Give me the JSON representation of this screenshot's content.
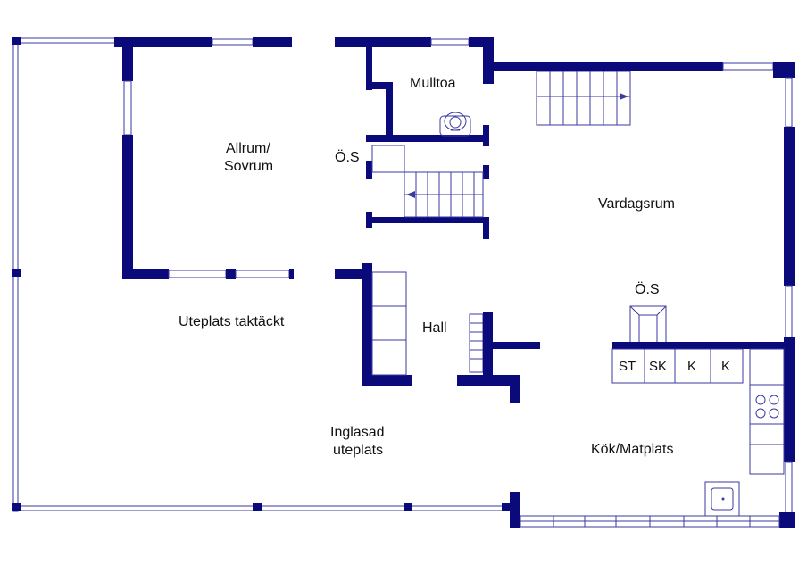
{
  "colors": {
    "wall": "#0a0a7a",
    "line": "#3a3aa0",
    "background": "#ffffff",
    "text": "#111111"
  },
  "rooms": {
    "allrum": [
      "Allrum/",
      "Sovrum"
    ],
    "mulltoa": "Mulltoa",
    "os_stair": "Ö.S",
    "vardagsrum": "Vardagsrum",
    "os_fireplace": "Ö.S",
    "uteplats_taktackt": "Uteplats taktäckt",
    "hall": "Hall",
    "inglasad": [
      "Inglasad",
      "uteplats"
    ],
    "kok": "Kök/Matplats"
  },
  "kitchen_units": [
    "ST",
    "SK",
    "K",
    "K"
  ]
}
